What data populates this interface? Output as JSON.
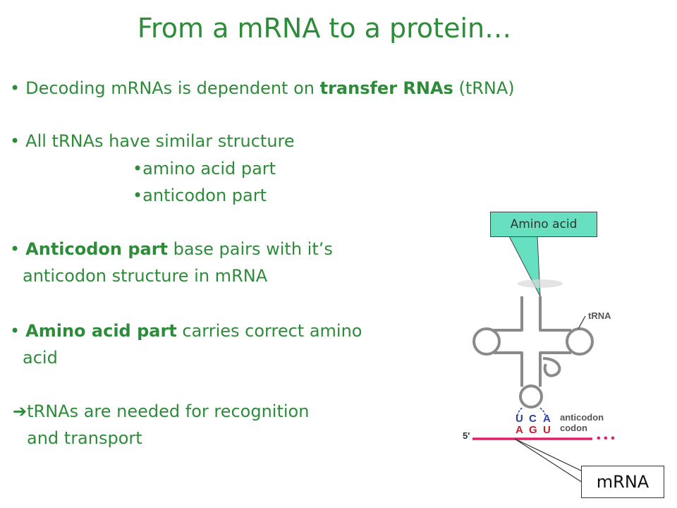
{
  "slide": {
    "title": "From a mRNA to a protein…",
    "bullets": [
      {
        "bullet": "•",
        "pre": "Decoding mRNAs is dependent on ",
        "bold": "transfer RNAs",
        "post": " (tRNA)"
      },
      {
        "bullet": "•",
        "pre": "All tRNAs have similar structure",
        "bold": "",
        "post": ""
      },
      {
        "bullet": "•",
        "pre": "amino acid part",
        "bold": "",
        "post": ""
      },
      {
        "bullet": "•",
        "pre": "anticodon part",
        "bold": "",
        "post": ""
      },
      {
        "bullet": "•",
        "pre": "",
        "bold": "Anticodon part",
        "post": " base pairs with it’s"
      },
      {
        "bullet": "",
        "pre": "anticodon structure in mRNA",
        "bold": "",
        "post": ""
      },
      {
        "bullet": "•",
        "pre": "",
        "bold": "Amino acid part",
        "post": " carries correct amino"
      },
      {
        "bullet": "",
        "pre": "acid",
        "bold": "",
        "post": ""
      },
      {
        "bullet": "➔",
        "pre": "tRNAs are needed for recognition",
        "bold": "",
        "post": ""
      },
      {
        "bullet": "",
        "pre": "and transport",
        "bold": "",
        "post": ""
      }
    ]
  },
  "figure": {
    "callout_amino": "Amino acid",
    "callout_mrna": "mRNA",
    "label_trna": "tRNA",
    "anticodon_bases": [
      "U",
      "C",
      "A"
    ],
    "codon_bases": [
      "A",
      "G",
      "U"
    ],
    "label_anticodon": "anticodon",
    "label_codon": "codon",
    "label_five_prime": "5'",
    "mrna_dots": "• • •"
  },
  "colors": {
    "text": "#2e8b3a",
    "callout_fill": "#66e0c0",
    "mrna_line": "#e0206a",
    "base_blue": "#2a3f9a",
    "base_red": "#c02030"
  }
}
